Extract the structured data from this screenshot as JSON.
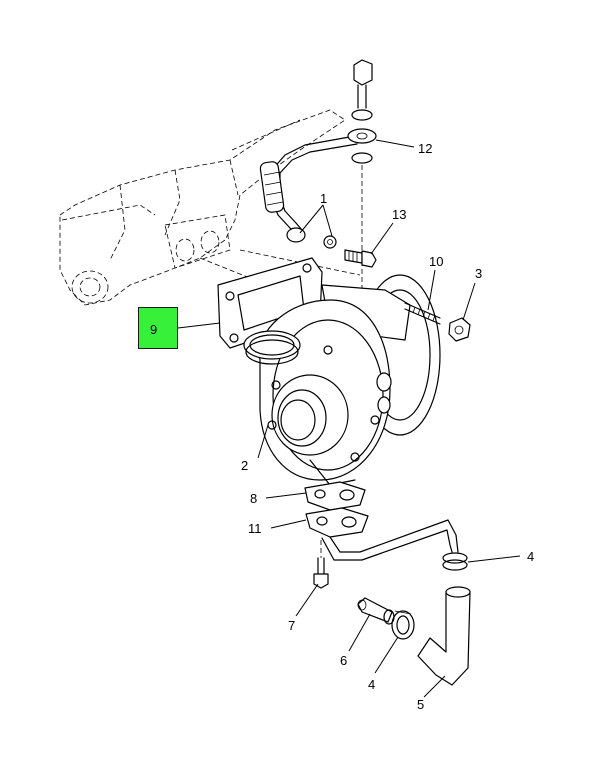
{
  "callouts": {
    "c1": "1",
    "c2": "2",
    "c3": "3",
    "c4a": "4",
    "c4b": "4",
    "c5": "5",
    "c6": "6",
    "c7": "7",
    "c8": "8",
    "c9": "9",
    "c10": "10",
    "c11": "11",
    "c12": "12",
    "c13": "13"
  },
  "highlight": {
    "color": "#37f03a",
    "callout": "9"
  }
}
